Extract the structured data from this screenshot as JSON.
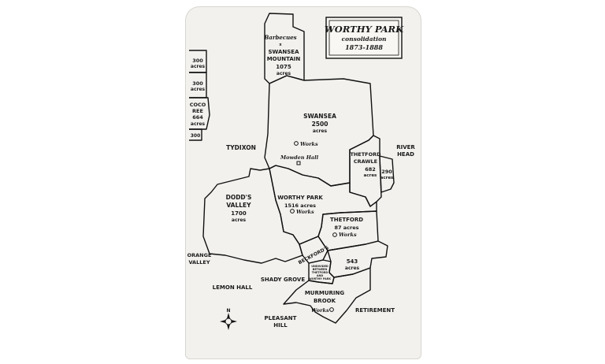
{
  "title": {
    "line1": "WORTHY PARK",
    "line2": "consolidation",
    "line3": "1873-1888"
  },
  "labels": {
    "barbecues": "Barbecues",
    "swansea_mountain_1": "SWANSEA",
    "swansea_mountain_2": "MOUNTAIN",
    "swansea_mountain_3": "1075",
    "swansea_mountain_4": "acres",
    "acres300a_1": "300",
    "acres300a_2": "acres",
    "acres300b_1": "300",
    "acres300b_2": "acres",
    "cocoree_1": "COCO",
    "cocoree_2": "REE",
    "cocoree_3": "664",
    "cocoree_4": "acres",
    "acres300c": "300",
    "swansea_1": "SWANSEA",
    "swansea_2": "2500",
    "swansea_3": "acres",
    "works1": "Works",
    "mowden": "Mowden Hall",
    "tydixon": "TYDIXON",
    "thetford_crawle_1": "THETFORD",
    "thetford_crawle_2": "CRAWLE",
    "thetford_crawle_3": "682",
    "thetford_crawle_4": "acres",
    "a290_1": "290",
    "a290_2": "acres",
    "riverhead_1": "RIVER",
    "riverhead_2": "HEAD",
    "worthy_park_1": "WORTHY PARK",
    "worthy_park_2": "1516 acres",
    "works2": "Works",
    "dodds_1": "DODD'S",
    "dodds_2": "VALLEY",
    "dodds_3": "1700",
    "dodds_4": "acres",
    "thetford_1": "THETFORD",
    "thetford_2": "87 acres",
    "works3": "Works",
    "beckfords": "BECKFORD'S",
    "orange_1": "ORANGE",
    "orange_2": "VALLEY",
    "a543_1": "543",
    "a543_2": "acres",
    "undivided_1": "UNDIVIDED",
    "undivided_2": "BETWEEN",
    "undivided_3": "THETFORD",
    "undivided_4": "AND",
    "undivided_5": "WORTHY PARK",
    "shady_grove": "SHADY GROVE",
    "lemon_hall": "LEMON HALL",
    "murmuring_1": "MURMURING",
    "murmuring_2": "BROOK",
    "works4": "Works",
    "retirement": "RETIREMENT",
    "pleasant_1": "PLEASANT",
    "pleasant_2": "HILL",
    "compass_n": "N"
  }
}
